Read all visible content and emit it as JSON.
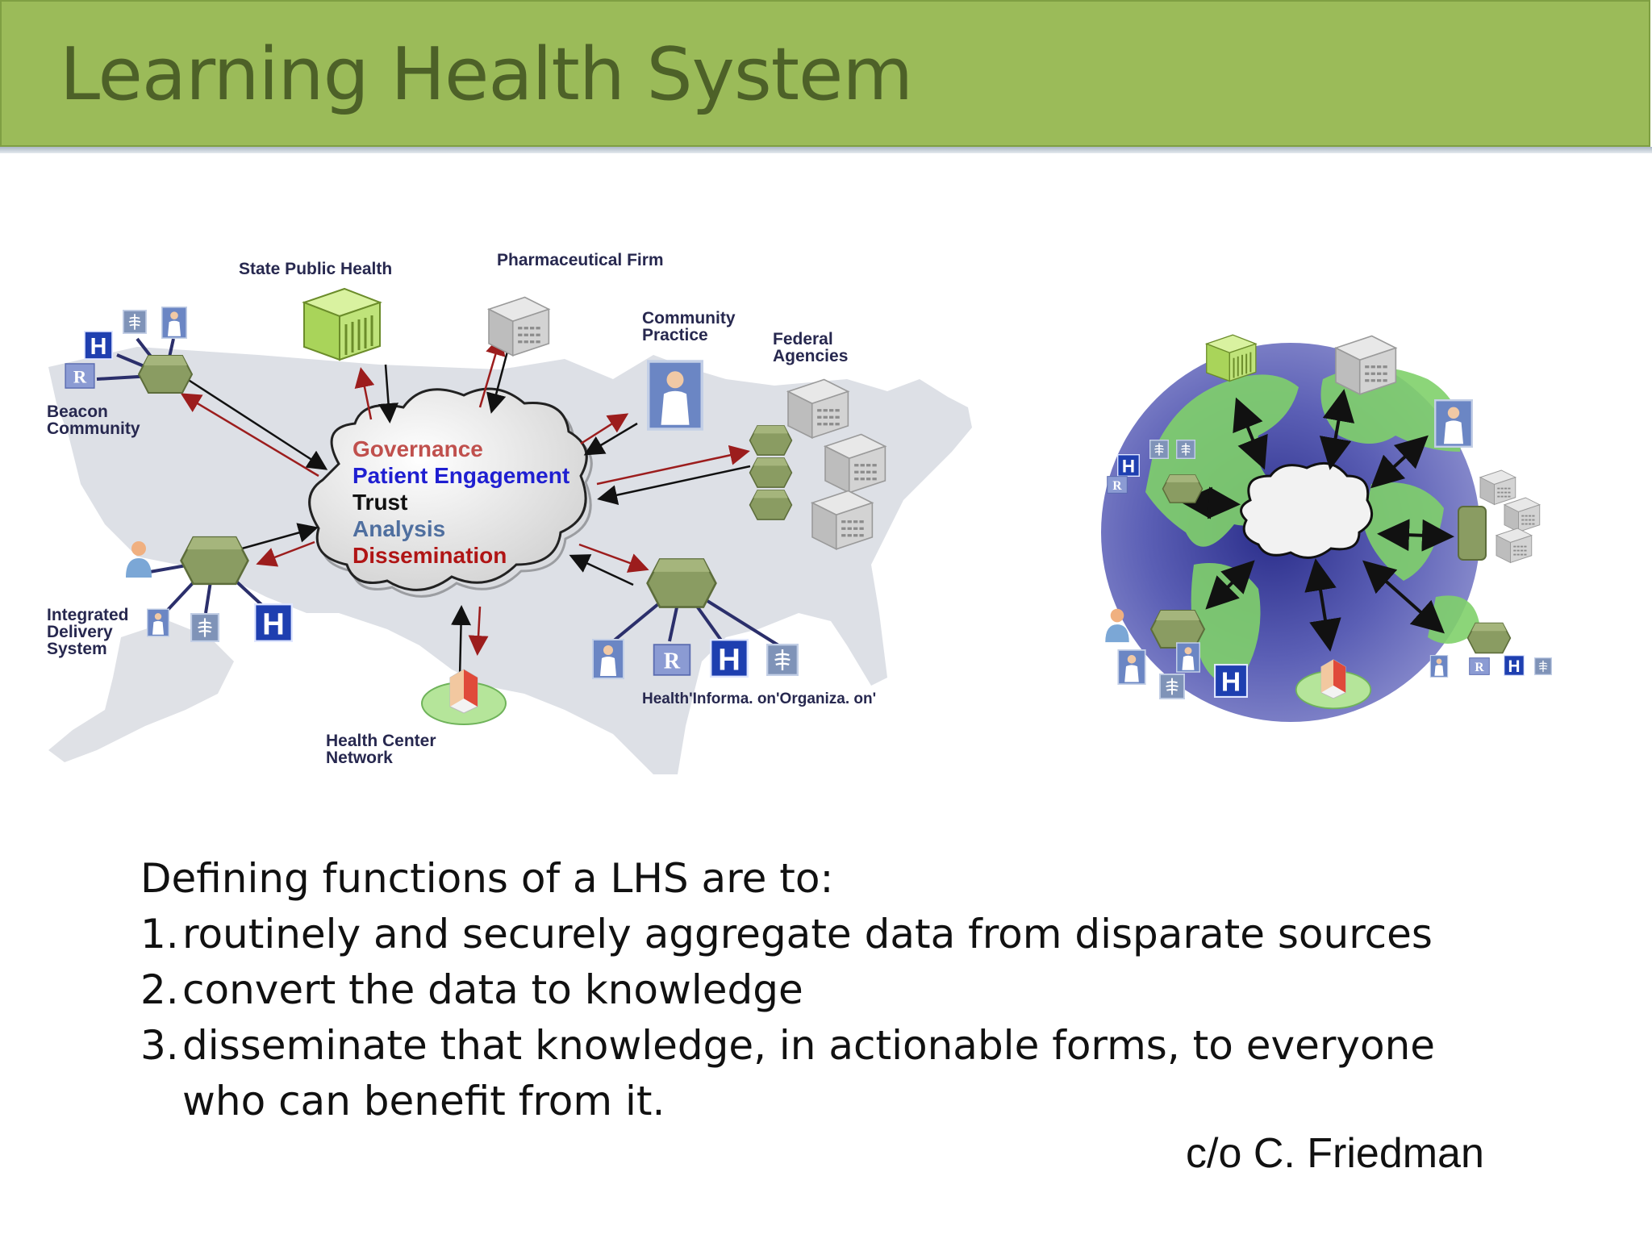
{
  "slide": {
    "title": "Learning Health System",
    "accent_color": "#9bbb59",
    "title_color": "#4d6128"
  },
  "map_diagram": {
    "labels": {
      "state_public_health": "State Public Health",
      "pharmaceutical_firm": "Pharmaceutical Firm",
      "community_practice": "Community\nPractice",
      "federal_agencies": "Federal\nAgencies",
      "beacon_community": "Beacon\nCommunity",
      "integrated_delivery_system": "Integrated\nDelivery\nSystem",
      "health_center_network": "Health Center\nNetwork",
      "health_information_organization": "Health'Informa. on'Organiza. on'"
    },
    "cloud_items": [
      {
        "text": "Governance",
        "color": "#c0504d"
      },
      {
        "text": "Patient Engagement",
        "color": "#1f1fd1"
      },
      {
        "text": "Trust",
        "color": "#111111"
      },
      {
        "text": "Analysis",
        "color": "#4f6f9f"
      },
      {
        "text": "Dissemination",
        "color": "#b01515"
      }
    ],
    "icons": [
      "hospital-icon",
      "pharmacy-rx-icon",
      "xray-icon",
      "doctor-icon",
      "patient-icon",
      "building-icon",
      "server-icon",
      "hexagon-hub-icon",
      "cloud-icon",
      "globe-icon"
    ]
  },
  "body": {
    "intro": "Defining functions of a LHS are to:",
    "items": [
      {
        "num": "1.",
        "text": "routinely and securely aggregate data from disparate sources"
      },
      {
        "num": "2.",
        "text": "convert the data to knowledge"
      },
      {
        "num": "3.",
        "text": "disseminate that knowledge, in actionable forms, to everyone who can benefit from it."
      }
    ],
    "credit": "c/o C. Friedman"
  }
}
